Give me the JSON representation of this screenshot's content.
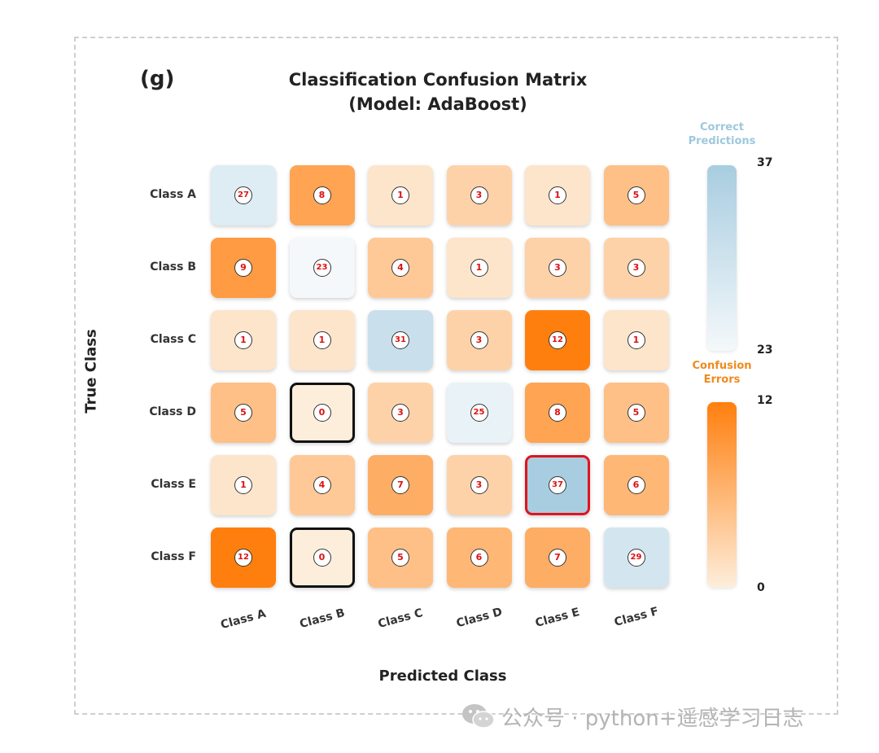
{
  "panel_label": "(g)",
  "chart_data": {
    "type": "heatmap",
    "title": "Classification Confusion Matrix",
    "subtitle": "(Model: AdaBoost)",
    "xlabel": "Predicted Class",
    "ylabel": "True Class",
    "rows": [
      "Class A",
      "Class B",
      "Class C",
      "Class D",
      "Class E",
      "Class F"
    ],
    "columns": [
      "Class A",
      "Class B",
      "Class C",
      "Class D",
      "Class E",
      "Class F"
    ],
    "values": [
      [
        27,
        8,
        1,
        3,
        1,
        5
      ],
      [
        9,
        23,
        4,
        1,
        3,
        3
      ],
      [
        1,
        1,
        31,
        3,
        12,
        1
      ],
      [
        5,
        0,
        3,
        25,
        8,
        5
      ],
      [
        1,
        4,
        7,
        3,
        37,
        6
      ],
      [
        12,
        0,
        5,
        6,
        7,
        29
      ]
    ],
    "colorbars": [
      {
        "title": "Correct Predictions",
        "max": 37,
        "min": 23,
        "color_high": "#a8cde0",
        "color_low": "#f4f8fb"
      },
      {
        "title": "Confusion Errors",
        "max": 12,
        "min": 0,
        "color_high": "#ff7f0e",
        "color_low": "#fdeedc"
      }
    ],
    "highlight_zero_border": "#111111",
    "highlight_max_border": "#e0141e",
    "badge_text_color": "#dd1111"
  },
  "watermark": "公众号 · python+遥感学习日志"
}
